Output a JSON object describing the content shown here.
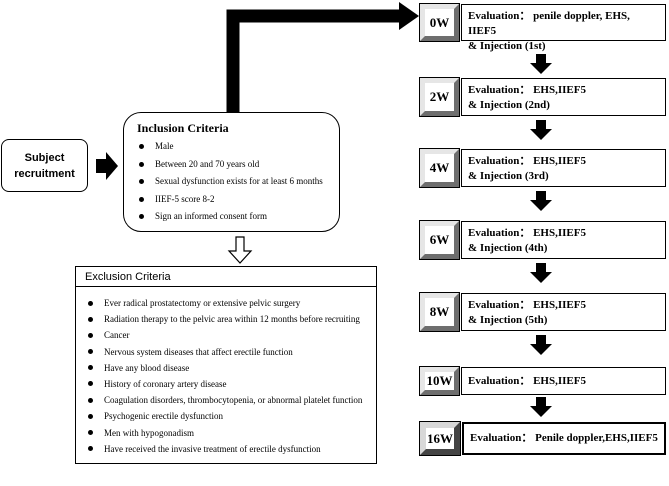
{
  "subject_recruitment": "Subject\nrecruitment",
  "inclusion": {
    "title": "Inclusion Criteria",
    "items": [
      "Male",
      "Between 20 and 70 years old",
      "Sexual dysfunction exists for at least 6 months",
      "IIEF-5 score 8-2",
      "Sign an informed consent form"
    ]
  },
  "exclusion": {
    "title": "Exclusion Criteria",
    "items": [
      "Ever radical prostatectomy or extensive pelvic surgery",
      "Radiation therapy to the pelvic area within 12 months before recruiting",
      "Cancer",
      "Nervous system diseases that affect erectile function",
      "Have any blood disease",
      "History of coronary artery disease",
      "Coagulation disorders, thrombocytopenia, or abnormal platelet function",
      "Psychogenic erectile dysfunction",
      "Men with hypogonadism",
      "Have received the invasive treatment of erectile dysfunction"
    ]
  },
  "timeline": [
    {
      "week": "0W",
      "line1": "Evaluation： penile doppler, EHS, IIEF5",
      "line2": "& Injection (1st)"
    },
    {
      "week": "2W",
      "line1": "Evaluation： EHS,IIEF5",
      "line2": "& Injection (2nd)"
    },
    {
      "week": "4W",
      "line1": "Evaluation： EHS,IIEF5",
      "line2": "& Injection (3rd)"
    },
    {
      "week": "6W",
      "line1": "Evaluation： EHS,IIEF5",
      "line2": "& Injection (4th)"
    },
    {
      "week": "8W",
      "line1": "Evaluation： EHS,IIEF5",
      "line2": "& Injection (5th)"
    },
    {
      "week": "10W",
      "line1": "Evaluation： EHS,IIEF5",
      "line2": ""
    },
    {
      "week": "16W",
      "line1": "Evaluation： Penile doppler,EHS,IIEF5",
      "line2": ""
    }
  ]
}
